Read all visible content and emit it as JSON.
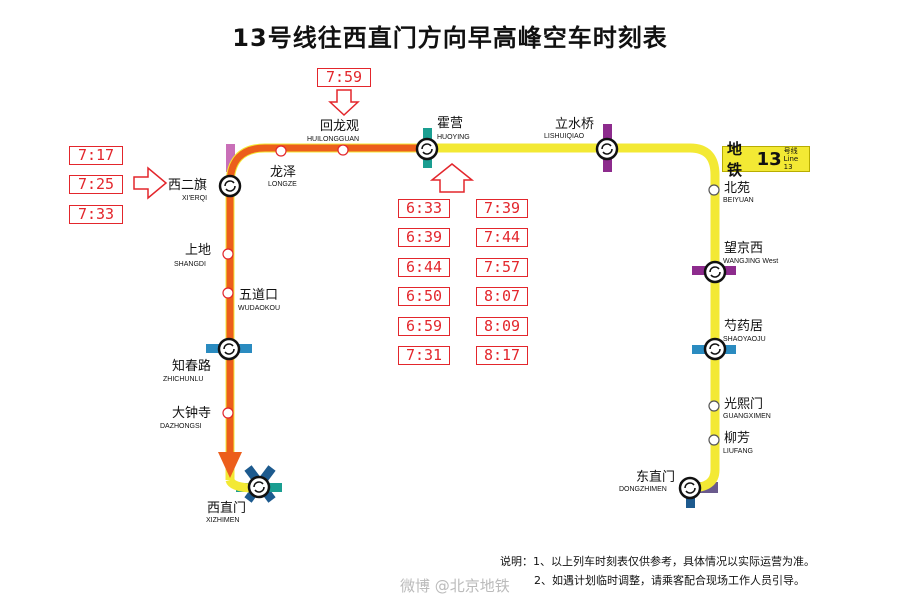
{
  "title": "13号线往西直门方向早高峰空车时刻表",
  "badge": {
    "line": "地铁",
    "number": "13",
    "suffix": "号线",
    "en": "Line 13"
  },
  "colors": {
    "line13": "#f3e934",
    "highlight": "#ec5e1c",
    "timeRed": "#e3262c",
    "line2": "#2a8bc0",
    "line4": "#1a9e91",
    "line15": "#8d2b8d",
    "line10": "#2a8bc0"
  },
  "stations": {
    "xierqi": {
      "cn": "西二旗",
      "py": "XI'ERQI"
    },
    "longze": {
      "cn": "龙泽",
      "py": "LONGZE"
    },
    "huilongguan": {
      "cn": "回龙观",
      "py": "HUILONGGUAN"
    },
    "huoying": {
      "cn": "霍营",
      "py": "HUOYING"
    },
    "lishuiqiao": {
      "cn": "立水桥",
      "py": "LISHUIQIAO"
    },
    "beiyuan": {
      "cn": "北苑",
      "py": "BEIYUAN"
    },
    "wangjingxi": {
      "cn": "望京西",
      "py": "WANGJING West"
    },
    "shaoyaoju": {
      "cn": "芍药居",
      "py": "SHAOYAOJU"
    },
    "guangximen": {
      "cn": "光熙门",
      "py": "GUANGXIMEN"
    },
    "liufang": {
      "cn": "柳芳",
      "py": "LIUFANG"
    },
    "dongzhimen": {
      "cn": "东直门",
      "py": "DONGZHIMEN"
    },
    "shangdi": {
      "cn": "上地",
      "py": "SHANGDI"
    },
    "wudaokou": {
      "cn": "五道口",
      "py": "WUDAOKOU"
    },
    "zhichunlu": {
      "cn": "知春路",
      "py": "ZHICHUNLU"
    },
    "dazhongsi": {
      "cn": "大钟寺",
      "py": "DAZHONGSI"
    },
    "xizhimen": {
      "cn": "西直门",
      "py": "XIZHIMEN"
    }
  },
  "times": {
    "huilongguan": [
      "7:59"
    ],
    "xierqi": [
      "7:17",
      "7:25",
      "7:33"
    ],
    "huoying_left": [
      "6:33",
      "6:39",
      "6:44",
      "6:50",
      "6:59",
      "7:31"
    ],
    "huoying_right": [
      "7:39",
      "7:44",
      "7:57",
      "8:07",
      "8:09",
      "8:17"
    ]
  },
  "notes": {
    "line1": "说明：1、以上列车时刻表仅供参考，具体情况以实际运营为准。",
    "line2": "2、如遇计划临时调整，请乘客配合现场工作人员引导。"
  },
  "watermark": "微博 @北京地铁"
}
